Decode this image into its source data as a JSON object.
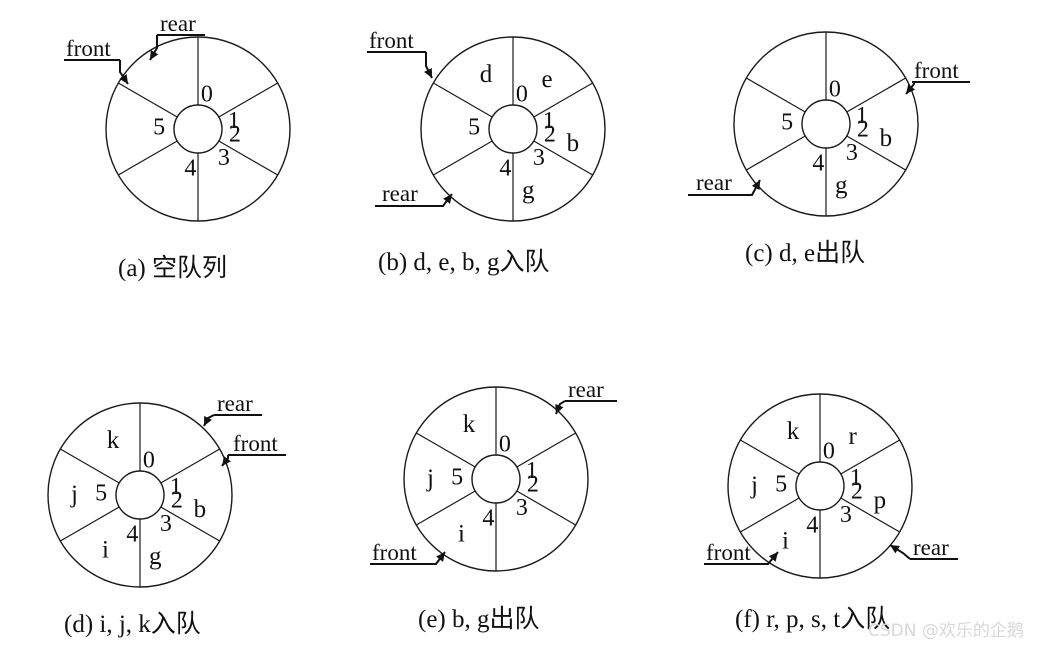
{
  "slot_indices": [
    "0",
    "1",
    "2",
    "3",
    "4",
    "5"
  ],
  "queues": [
    {
      "id": "a",
      "caption": "(a)  空队列",
      "values": [
        "",
        "",
        "",
        "",
        "",
        ""
      ],
      "front_label": "front",
      "rear_label": "rear"
    },
    {
      "id": "b",
      "caption": "(b)  d, e, b, g入队",
      "values": [
        "d",
        "e",
        "b",
        "g",
        "",
        ""
      ],
      "front_label": "front",
      "rear_label": "rear"
    },
    {
      "id": "c",
      "caption": "(c)   d, e出队",
      "values": [
        "",
        "",
        "b",
        "g",
        "",
        ""
      ],
      "front_label": "front",
      "rear_label": "rear"
    },
    {
      "id": "d",
      "caption": "(d)   i, j, k入队",
      "values": [
        "k",
        "",
        "b",
        "g",
        "i",
        "j"
      ],
      "front_label": "front",
      "rear_label": "rear"
    },
    {
      "id": "e",
      "caption": "(e)    b, g出队",
      "values": [
        "k",
        "",
        "",
        "",
        "i",
        "j"
      ],
      "front_label": "front",
      "rear_label": "rear"
    },
    {
      "id": "f",
      "caption": "(f)   r, p, s, t入队",
      "values": [
        "k",
        "r",
        "p",
        "",
        "i",
        "j"
      ],
      "front_label": "front",
      "rear_label": "rear"
    }
  ],
  "watermark": "CSDN @欢乐的企鹅"
}
